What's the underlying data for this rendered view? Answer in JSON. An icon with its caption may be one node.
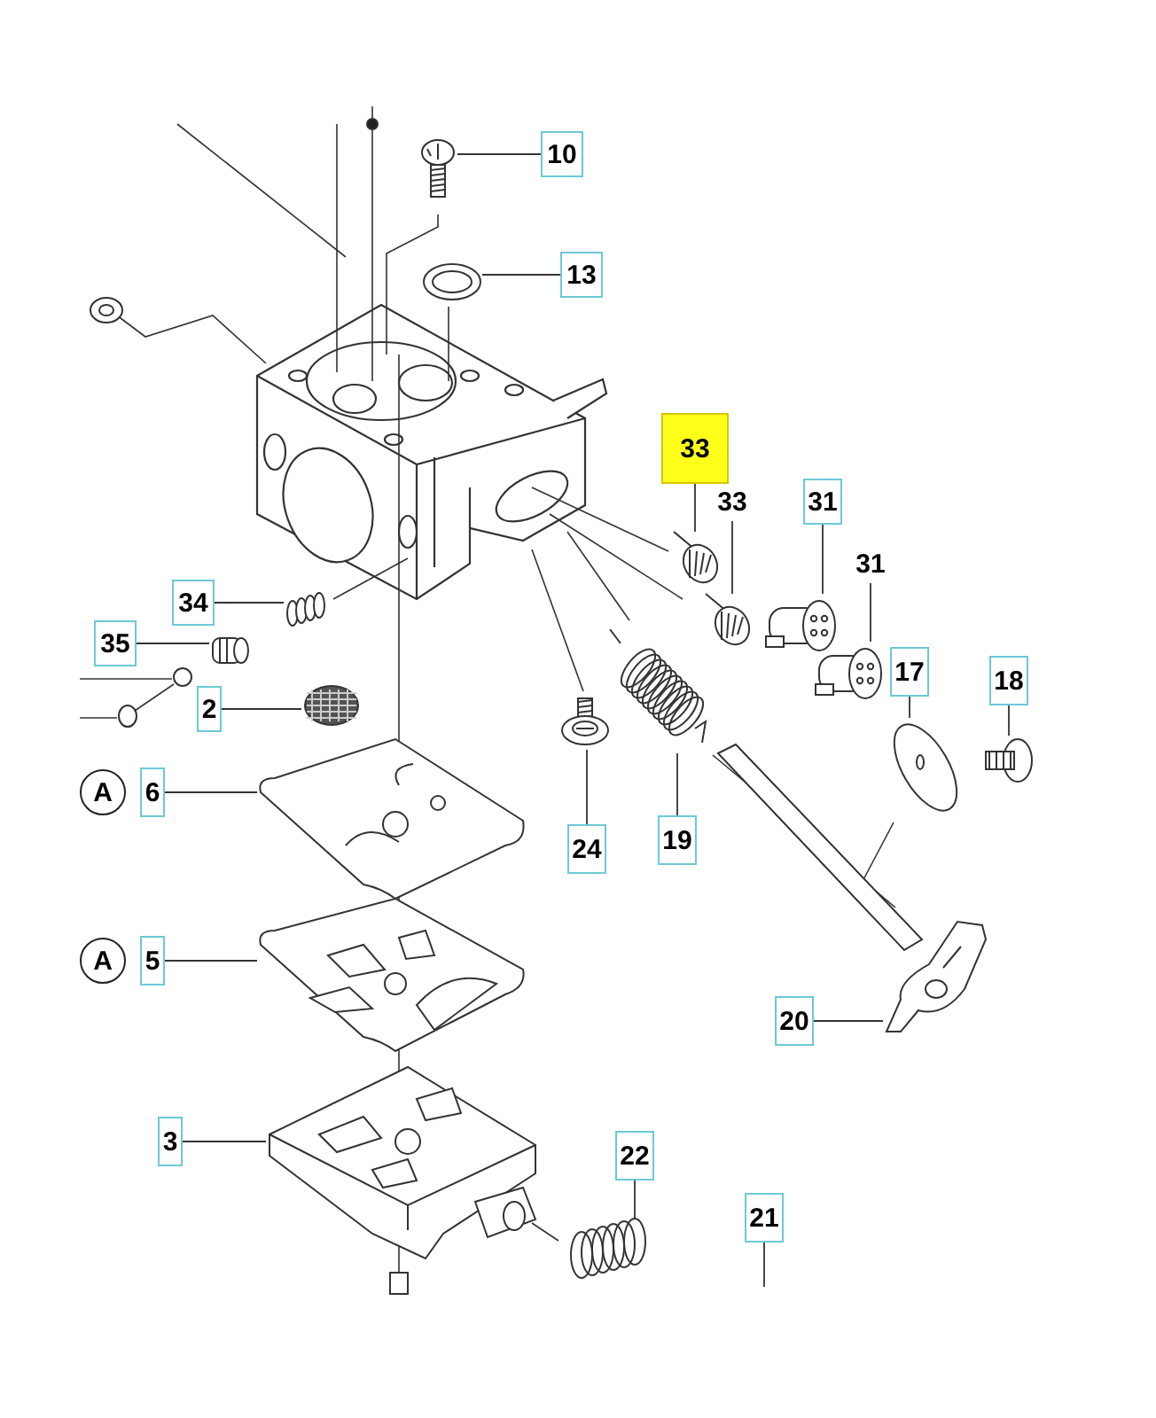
{
  "diagram": {
    "nodes": [
      {
        "text": [
          "10"
        ]
      },
      {
        "text": [],
        "shape": "picture"
      },
      {
        "text": [
          "13"
        ]
      },
      {
        "text": [],
        "shape": "picture"
      },
      {
        "text": [
          "33"
        ]
      },
      {
        "text": [],
        "shape": "picture"
      },
      {
        "text": [
          "33"
        ]
      },
      {
        "text": [],
        "shape": "picture"
      },
      {
        "text": [
          "31"
        ]
      },
      {
        "text": [],
        "shape": "picture"
      },
      {
        "text": [
          "31"
        ]
      },
      {
        "text": [],
        "shape": "picture"
      },
      {
        "text": [
          "34"
        ]
      },
      {
        "text": [],
        "shape": "picture"
      },
      {
        "text": [
          "35"
        ]
      },
      {
        "text": [],
        "shape": "cylinder"
      },
      {
        "text": [
          "18"
        ]
      },
      {
        "text": [],
        "shape": "picture"
      },
      {
        "text": [
          "17"
        ]
      },
      {
        "text": [],
        "shape": "picture"
      },
      {
        "text": [
          "2"
        ]
      },
      {
        "text": [],
        "shape": "picture"
      },
      {
        "text": [
          "6"
        ]
      },
      {
        "text": [],
        "shape": "picture"
      },
      {
        "text": [
          "24"
        ]
      },
      {
        "text": [],
        "shape": "picture"
      },
      {
        "text": [
          "19"
        ]
      },
      {
        "text": [],
        "shape": "picture"
      },
      {
        "text": [
          "5"
        ]
      },
      {
        "text": [],
        "shape": "picture"
      },
      {
        "text": [
          "20"
        ]
      },
      {
        "text": [],
        "shape": "picture"
      },
      {
        "text": [
          "3"
        ]
      },
      {
        "text": [],
        "shape": "picture"
      },
      {
        "text": [
          "22"
        ]
      },
      {
        "text": [],
        "shape": "picture"
      },
      {
        "text": [
          "21"
        ]
      }
    ],
    "edges": [
      {
        "from": 0,
        "to": 1,
        "arrow": "none"
      },
      {
        "from": 2,
        "to": 3,
        "arrow": "none"
      },
      {
        "from": 4,
        "to": 5,
        "arrow": "none"
      },
      {
        "from": 6,
        "to": 7,
        "arrow": "none"
      },
      {
        "from": 8,
        "to": 9,
        "arrow": "none"
      },
      {
        "from": 10,
        "to": 11,
        "arrow": "none"
      },
      {
        "from": 12,
        "to": 13,
        "arrow": "none"
      },
      {
        "from": 14,
        "to": 15,
        "arrow": "none"
      },
      {
        "from": 16,
        "to": 17,
        "arrow": "none"
      },
      {
        "from": 18,
        "to": 19,
        "arrow": "none"
      },
      {
        "from": 20,
        "to": 21,
        "arrow": "none"
      },
      {
        "from": 22,
        "to": 23,
        "arrow": "none"
      },
      {
        "from": 24,
        "to": 25,
        "arrow": "none"
      },
      {
        "from": 26,
        "to": 27,
        "arrow": "none"
      },
      {
        "from": 28,
        "to": 29,
        "arrow": "none"
      },
      {
        "from": 30,
        "to": 31,
        "arrow": "none"
      },
      {
        "from": 32,
        "to": 33,
        "arrow": "none"
      },
      {
        "from": 34,
        "to": 35,
        "arrow": "none"
      },
      {
        "from": 36,
        "to": null,
        "arrow": "none"
      }
    ],
    "labels": [
      "A",
      "A"
    ]
  }
}
